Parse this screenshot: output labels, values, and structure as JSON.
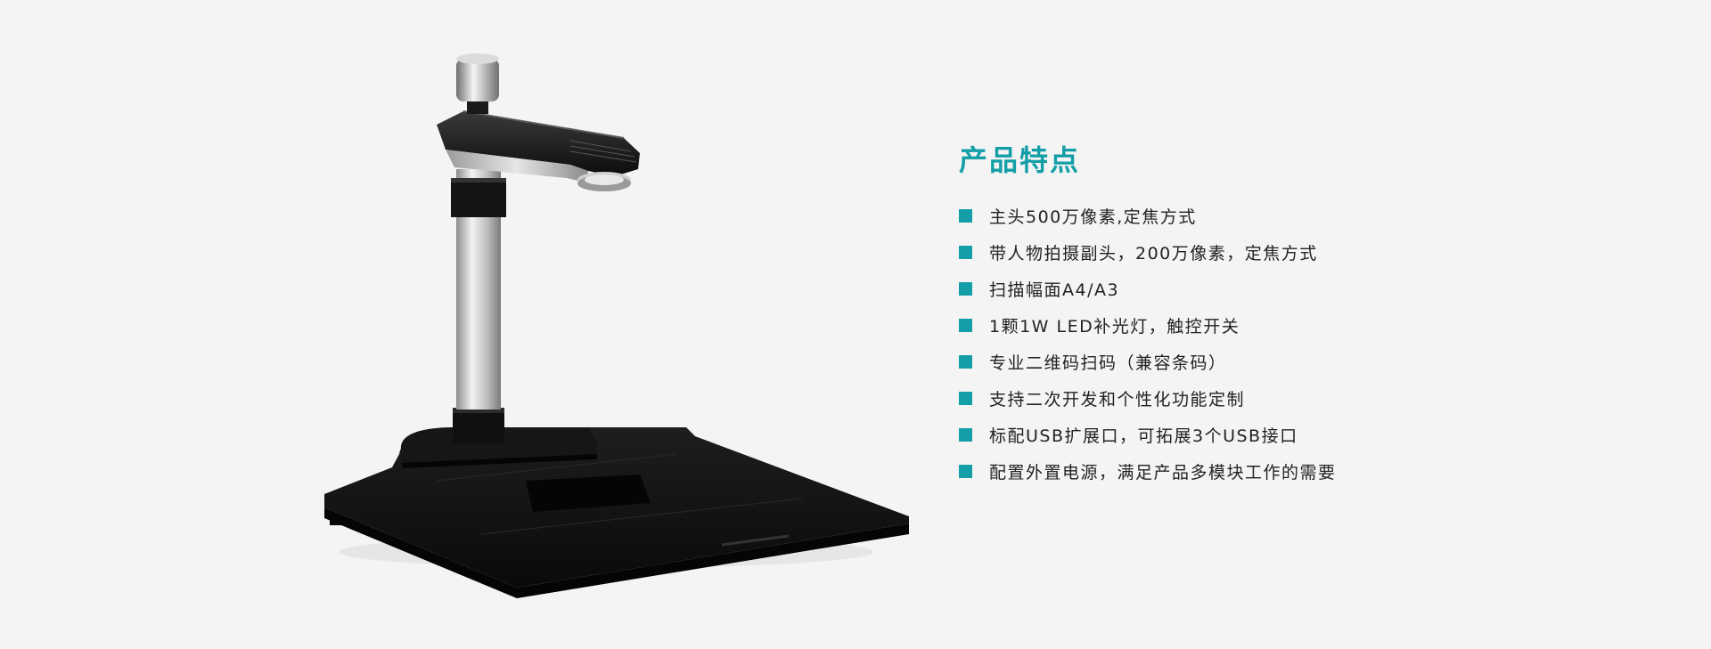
{
  "colors": {
    "background": "#f4f4f4",
    "accent": "#149fa8",
    "text": "#222222",
    "device_body": "#111111",
    "device_metal": "#b8b8b8"
  },
  "product": {
    "icon": "document-camera-scanner-icon"
  },
  "features": {
    "title": "产品特点",
    "items": [
      "主头500万像素,定焦方式",
      "带人物拍摄副头，200万像素，定焦方式",
      "扫描幅面A4/A3",
      "1颗1W LED补光灯，触控开关",
      "专业二维码扫码（兼容条码）",
      "支持二次开发和个性化功能定制",
      "标配USB扩展口，可拓展3个USB接口",
      "配置外置电源，满足产品多模块工作的需要"
    ]
  }
}
